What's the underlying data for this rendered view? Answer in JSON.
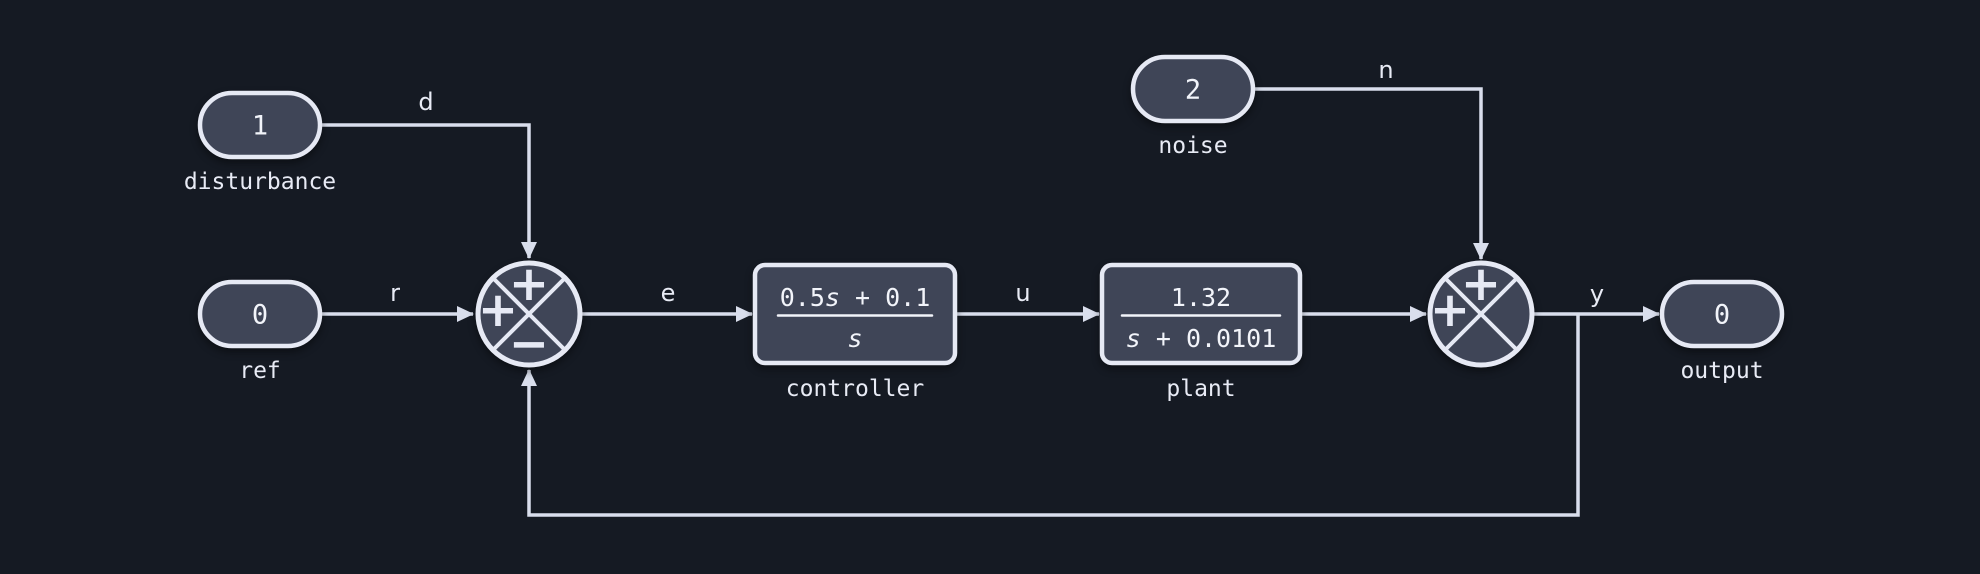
{
  "colors": {
    "background": "#151A23",
    "node_fill": "#3F4557",
    "node_stroke": "#E6E9F4",
    "wire": "#D9DEEC",
    "text_bright": "#F2F4FA",
    "text_label": "#E8EBF5"
  },
  "diagram": {
    "sources": {
      "disturbance": {
        "value": "1",
        "label": "disturbance"
      },
      "ref": {
        "value": "0",
        "label": "ref"
      },
      "noise": {
        "value": "2",
        "label": "noise"
      }
    },
    "sink": {
      "output": {
        "value": "0",
        "label": "output"
      }
    },
    "blocks": {
      "controller": {
        "label": "controller",
        "num_coeff": "0.5",
        "num_var": "s",
        "num_rest": " + 0.1",
        "den_var": "s"
      },
      "plant": {
        "label": "plant",
        "num": "1.32",
        "den_var": "s",
        "den_rest": " + 0.0101"
      }
    },
    "summers": {
      "sum1": {
        "top": "+",
        "left": "+",
        "bottom": "−"
      },
      "sum2": {
        "top": "+",
        "left": "+"
      }
    },
    "signals": {
      "d": "d",
      "r": "r",
      "e": "e",
      "u": "u",
      "n": "n",
      "y": "y"
    }
  }
}
